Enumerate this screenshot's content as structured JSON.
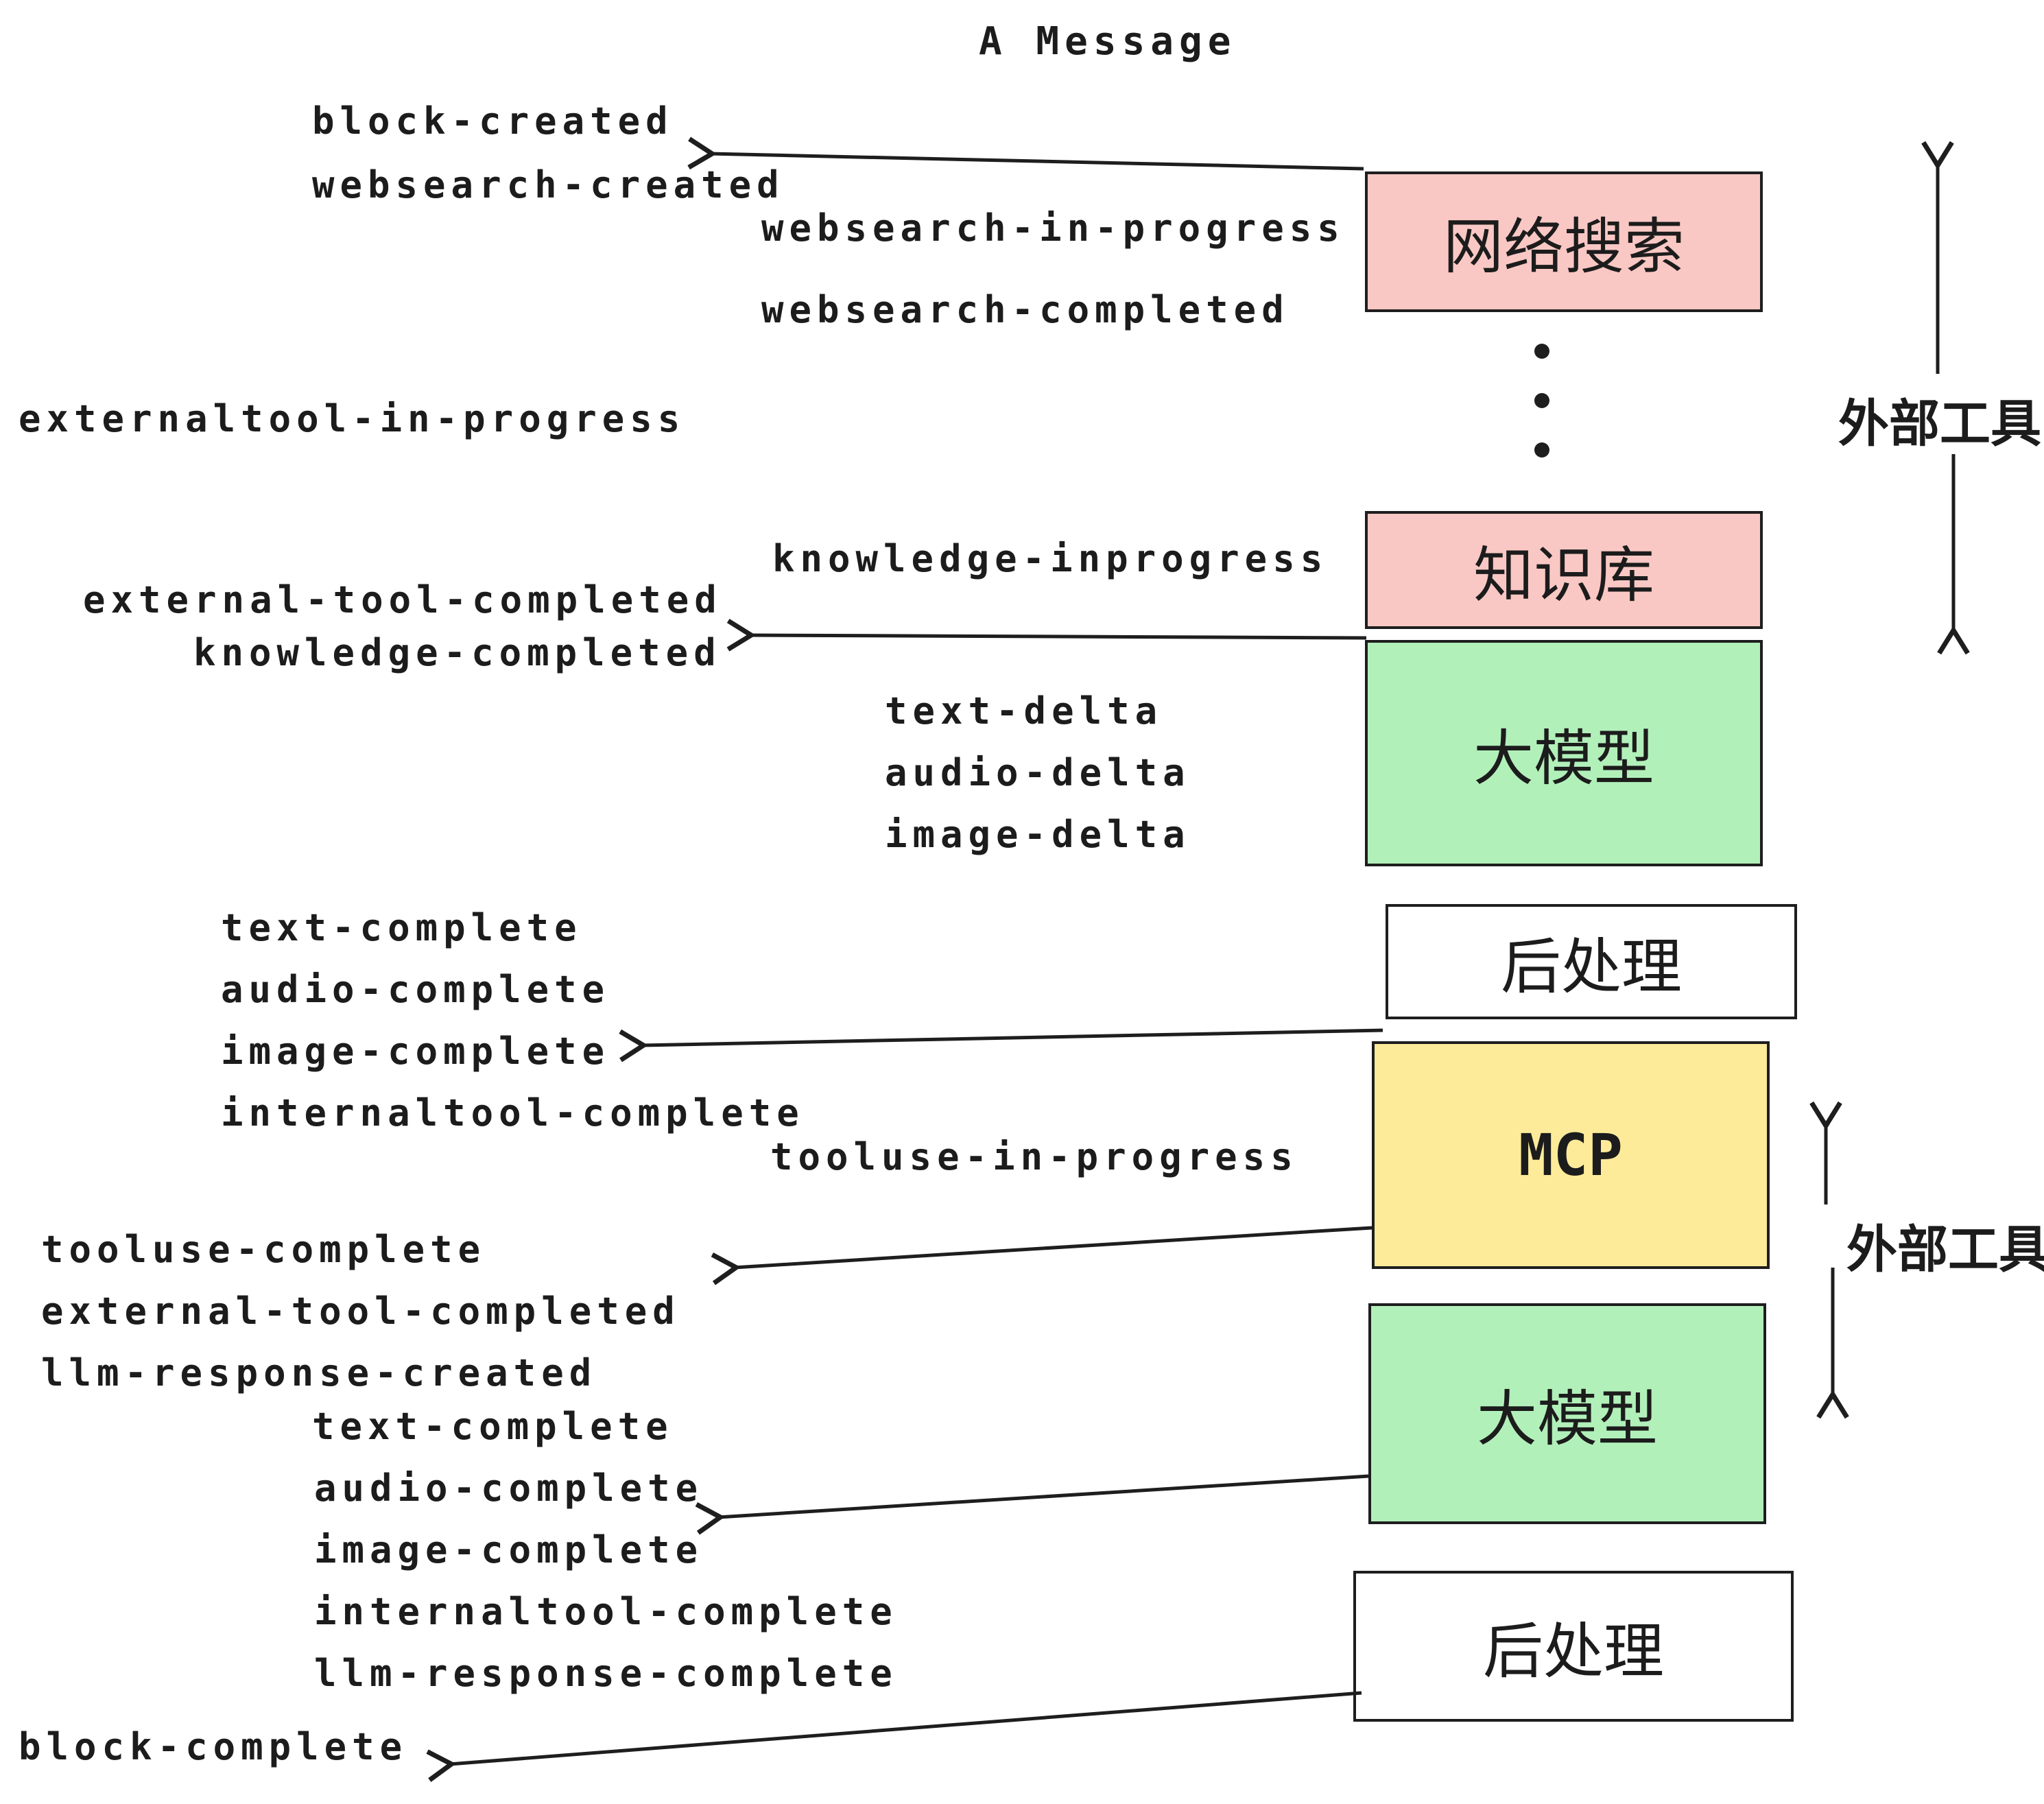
{
  "title": "A Message",
  "colors": {
    "box_pink": "#fac8c4",
    "box_green": "#b2f0ba",
    "box_yellow": "#fdeb9a",
    "box_white": "#ffffff",
    "line": "#1e1e1e",
    "background": "#ffffff"
  },
  "boxes": [
    {
      "id": "websearch",
      "label": "网络搜索",
      "color": "#fac8c4"
    },
    {
      "id": "knowledge",
      "label": "知识库",
      "color": "#fac8c4"
    },
    {
      "id": "llm-1",
      "label": "大模型",
      "color": "#b2f0ba"
    },
    {
      "id": "post-1",
      "label": "后处理",
      "color": "#ffffff"
    },
    {
      "id": "mcp",
      "label": "MCP",
      "color": "#fdeb9a"
    },
    {
      "id": "llm-2",
      "label": "大模型",
      "color": "#b2f0ba"
    },
    {
      "id": "post-2",
      "label": "后处理",
      "color": "#ffffff"
    }
  ],
  "side_labels": [
    {
      "id": "external-tools-top",
      "text": "外部工具"
    },
    {
      "id": "external-tools-bottom",
      "text": "外部工具"
    }
  ],
  "events": [
    {
      "text": "block-created"
    },
    {
      "text": "websearch-created"
    },
    {
      "text": "websearch-in-progress"
    },
    {
      "text": "websearch-completed"
    },
    {
      "text": "externaltool-in-progress"
    },
    {
      "text": "external-tool-completed"
    },
    {
      "text": "knowledge-completed"
    },
    {
      "text": "knowledge-inprogress"
    },
    {
      "text": "text-delta"
    },
    {
      "text": "audio-delta"
    },
    {
      "text": "image-delta"
    },
    {
      "text": "text-complete"
    },
    {
      "text": "audio-complete"
    },
    {
      "text": "image-complete"
    },
    {
      "text": "internaltool-complete"
    },
    {
      "text": "tooluse-in-progress"
    },
    {
      "text": "tooluse-complete"
    },
    {
      "text": "external-tool-completed"
    },
    {
      "text": "llm-response-created"
    },
    {
      "text": "text-complete"
    },
    {
      "text": "audio-complete"
    },
    {
      "text": "image-complete"
    },
    {
      "text": "internaltool-complete"
    },
    {
      "text": "llm-response-complete"
    },
    {
      "text": "block-complete"
    }
  ]
}
